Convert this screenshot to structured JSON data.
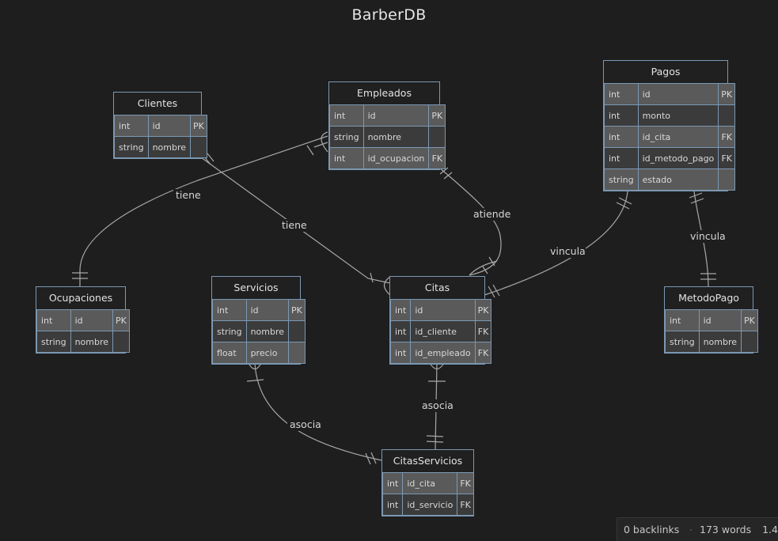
{
  "title": "BarberDB",
  "entities": [
    {
      "id": "clientes",
      "name": "Clientes",
      "attributes": [
        {
          "type": "int",
          "name": "id",
          "key": "PK"
        },
        {
          "type": "string",
          "name": "nombre",
          "key": ""
        }
      ]
    },
    {
      "id": "empleados",
      "name": "Empleados",
      "attributes": [
        {
          "type": "int",
          "name": "id",
          "key": "PK"
        },
        {
          "type": "string",
          "name": "nombre",
          "key": ""
        },
        {
          "type": "int",
          "name": "id_ocupacion",
          "key": "FK"
        }
      ]
    },
    {
      "id": "pagos",
      "name": "Pagos",
      "attributes": [
        {
          "type": "int",
          "name": "id",
          "key": "PK"
        },
        {
          "type": "int",
          "name": "monto",
          "key": ""
        },
        {
          "type": "int",
          "name": "id_cita",
          "key": "FK"
        },
        {
          "type": "int",
          "name": "id_metodo_pago",
          "key": "FK"
        },
        {
          "type": "string",
          "name": "estado",
          "key": ""
        }
      ]
    },
    {
      "id": "ocupaciones",
      "name": "Ocupaciones",
      "attributes": [
        {
          "type": "int",
          "name": "id",
          "key": "PK"
        },
        {
          "type": "string",
          "name": "nombre",
          "key": ""
        }
      ]
    },
    {
      "id": "servicios",
      "name": "Servicios",
      "attributes": [
        {
          "type": "int",
          "name": "id",
          "key": "PK"
        },
        {
          "type": "string",
          "name": "nombre",
          "key": ""
        },
        {
          "type": "float",
          "name": "precio",
          "key": ""
        }
      ]
    },
    {
      "id": "citas",
      "name": "Citas",
      "attributes": [
        {
          "type": "int",
          "name": "id",
          "key": "PK"
        },
        {
          "type": "int",
          "name": "id_cliente",
          "key": "FK"
        },
        {
          "type": "int",
          "name": "id_empleado",
          "key": "FK"
        }
      ]
    },
    {
      "id": "metodopago",
      "name": "MetodoPago",
      "attributes": [
        {
          "type": "int",
          "name": "id",
          "key": "PK"
        },
        {
          "type": "string",
          "name": "nombre",
          "key": ""
        }
      ]
    },
    {
      "id": "citasservicios",
      "name": "CitasServicios",
      "attributes": [
        {
          "type": "int",
          "name": "id_cita",
          "key": "FK"
        },
        {
          "type": "int",
          "name": "id_servicio",
          "key": "FK"
        }
      ]
    }
  ],
  "relationships": [
    {
      "id": "ocupaciones-empleados",
      "label": "tiene"
    },
    {
      "id": "clientes-citas",
      "label": "tiene"
    },
    {
      "id": "empleados-citas",
      "label": "atiende"
    },
    {
      "id": "pagos-citas",
      "label": "vincula"
    },
    {
      "id": "pagos-metodopago",
      "label": "vincula"
    },
    {
      "id": "servicios-citasservicios",
      "label": "asocia"
    },
    {
      "id": "citas-citasservicios",
      "label": "asocia"
    }
  ],
  "status_bar": {
    "backlinks": "0 backlinks",
    "book_icon": "book-icon",
    "words": "173 words",
    "chars": "1.4"
  },
  "colors": {
    "background": "#1e1e1e",
    "entity_border": "#7b98b3",
    "line": "#a8a8a8",
    "row_light": "#5a5a5a",
    "row_dark": "#3b3b3b"
  }
}
